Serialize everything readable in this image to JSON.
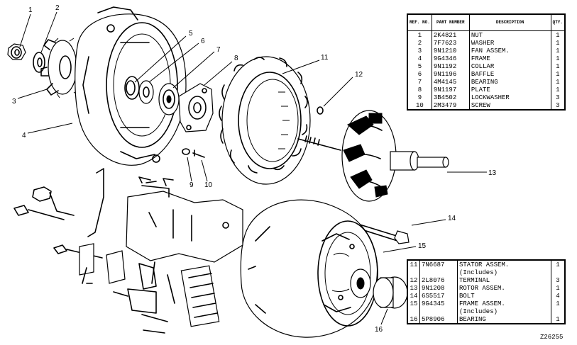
{
  "table_top": {
    "headers": {
      "ref": "REF. NO.",
      "part": "PART NUMBER",
      "desc": "DESCRIPTION",
      "qty": "QTY."
    },
    "rows": [
      {
        "ref": "1",
        "part": "2K4821",
        "desc": "NUT",
        "qty": "1"
      },
      {
        "ref": "2",
        "part": "7F7623",
        "desc": "WASHER",
        "qty": "1"
      },
      {
        "ref": "3",
        "part": "9N1210",
        "desc": "FAN ASSEM.",
        "qty": "1"
      },
      {
        "ref": "4",
        "part": "9G4346",
        "desc": "FRAME",
        "qty": "1"
      },
      {
        "ref": "5",
        "part": "9N1192",
        "desc": "COLLAR",
        "qty": "1"
      },
      {
        "ref": "6",
        "part": "9N1196",
        "desc": "BAFFLE",
        "qty": "1"
      },
      {
        "ref": "7",
        "part": "4M4145",
        "desc": "BEARING",
        "qty": "1"
      },
      {
        "ref": "8",
        "part": "9N1197",
        "desc": "PLATE",
        "qty": "1"
      },
      {
        "ref": "9",
        "part": "3B4502",
        "desc": "LOCKWASHER",
        "qty": "3"
      },
      {
        "ref": "10",
        "part": "2M3479",
        "desc": "SCREW",
        "qty": "3"
      }
    ]
  },
  "table_bottom": {
    "rows": [
      {
        "ref": "11",
        "part": "7N6687",
        "desc": "STATOR ASSEM.",
        "qty": "1"
      },
      {
        "ref": "",
        "part": "",
        "desc": "(Includes)",
        "qty": ""
      },
      {
        "ref": "12",
        "part": "2L8076",
        "desc": "TERMINAL",
        "qty": "3"
      },
      {
        "ref": "13",
        "part": "9N1208",
        "desc": "ROTOR ASSEM.",
        "qty": "1"
      },
      {
        "ref": "14",
        "part": "6S5517",
        "desc": "BOLT",
        "qty": "4"
      },
      {
        "ref": "15",
        "part": "9G4345",
        "desc": "FRAME ASSEM.",
        "qty": "1"
      },
      {
        "ref": "",
        "part": "",
        "desc": "(Includes)",
        "qty": ""
      },
      {
        "ref": "16",
        "part": "5P8906",
        "desc": "BEARING",
        "qty": "1"
      }
    ]
  },
  "callouts": [
    "1",
    "2",
    "3",
    "4",
    "5",
    "6",
    "7",
    "8",
    "9",
    "10",
    "11",
    "12",
    "13",
    "14",
    "15",
    "16"
  ],
  "diagram_code": "Z26255"
}
